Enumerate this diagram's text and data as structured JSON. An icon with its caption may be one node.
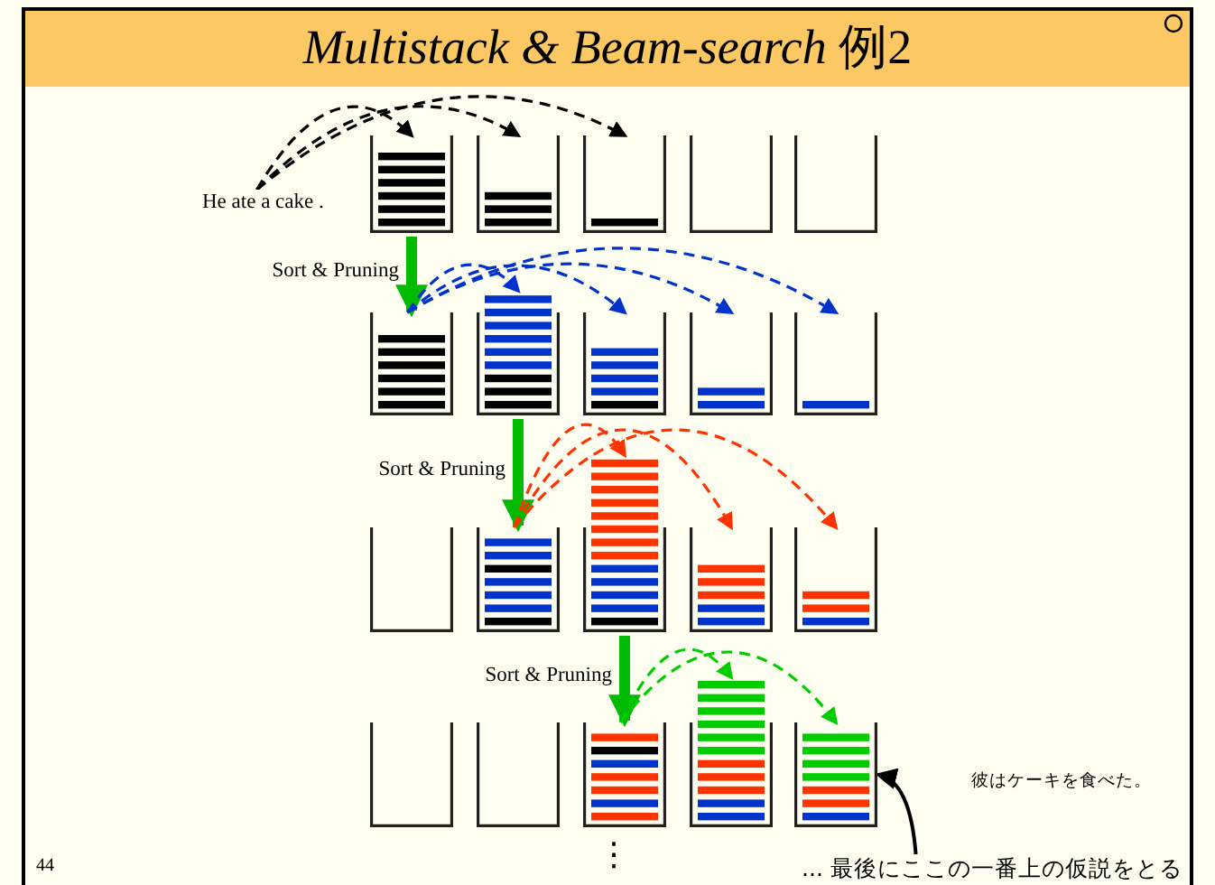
{
  "diagram": {
    "title": "*Multistack & Beam-search* 例2",
    "nodes": [
      {
        "text": [
          "He ate a cake ."
        ]
      },
      {
        "text": [],
        "shape": "box"
      },
      {
        "text": [],
        "shape": "box"
      },
      {
        "text": [],
        "shape": "box"
      },
      {
        "text": [],
        "shape": "box"
      },
      {
        "text": [],
        "shape": "box"
      },
      {
        "text": [],
        "shape": "box"
      },
      {
        "text": [],
        "shape": "box"
      },
      {
        "text": [],
        "shape": "box"
      },
      {
        "text": [],
        "shape": "box"
      },
      {
        "text": [],
        "shape": "box"
      },
      {
        "text": [],
        "shape": "box"
      },
      {
        "text": [],
        "shape": "box"
      },
      {
        "text": [],
        "shape": "box"
      },
      {
        "text": [],
        "shape": "box"
      },
      {
        "text": [],
        "shape": "box"
      },
      {
        "text": [],
        "shape": "box"
      },
      {
        "text": [],
        "shape": "box"
      },
      {
        "text": [],
        "shape": "box"
      },
      {
        "text": [],
        "shape": "box"
      },
      {
        "text": [],
        "shape": "box"
      },
      {
        "text": [
          "... 最後にここの一番上の仮説をとる"
        ]
      }
    ],
    "edges": [
      {
        "from": 0,
        "to": 1,
        "arrow": "to",
        "style": "dashed"
      },
      {
        "from": 0,
        "to": 2,
        "arrow": "to",
        "style": "dashed"
      },
      {
        "from": 0,
        "to": 3,
        "arrow": "to",
        "style": "dashed"
      },
      {
        "from": 1,
        "to": 6,
        "arrow": "to",
        "label": "Sort & Pruning",
        "style": "thick",
        "color": "#00bb00"
      },
      {
        "from": 6,
        "to": 7,
        "arrow": "to",
        "style": "dashed",
        "color": "#0033cc"
      },
      {
        "from": 6,
        "to": 8,
        "arrow": "to",
        "style": "dashed",
        "color": "#0033cc"
      },
      {
        "from": 6,
        "to": 9,
        "arrow": "to",
        "style": "dashed",
        "color": "#0033cc"
      },
      {
        "from": 6,
        "to": 10,
        "arrow": "to",
        "style": "dashed",
        "color": "#0033cc"
      },
      {
        "from": 7,
        "to": 12,
        "arrow": "to",
        "label": "Sort & Pruning",
        "style": "thick",
        "color": "#00bb00"
      },
      {
        "from": 12,
        "to": 13,
        "arrow": "to",
        "style": "dashed",
        "color": "#ff3300"
      },
      {
        "from": 12,
        "to": 14,
        "arrow": "to",
        "style": "dashed",
        "color": "#ff3300"
      },
      {
        "from": 12,
        "to": 15,
        "arrow": "to",
        "style": "dashed",
        "color": "#ff3300"
      },
      {
        "from": 13,
        "to": 18,
        "arrow": "to",
        "label": "Sort & Pruning",
        "style": "thick",
        "color": "#00bb00"
      },
      {
        "from": 18,
        "to": 19,
        "arrow": "to",
        "style": "dashed",
        "color": "#00cc00"
      },
      {
        "from": 18,
        "to": 20,
        "arrow": "to",
        "style": "dashed",
        "color": "#00cc00"
      },
      {
        "from": 21,
        "to": 20,
        "arrow": "to"
      }
    ],
    "labels": [
      "彼はケーキを食べた。",
      "44",
      "⋮"
    ]
  }
}
